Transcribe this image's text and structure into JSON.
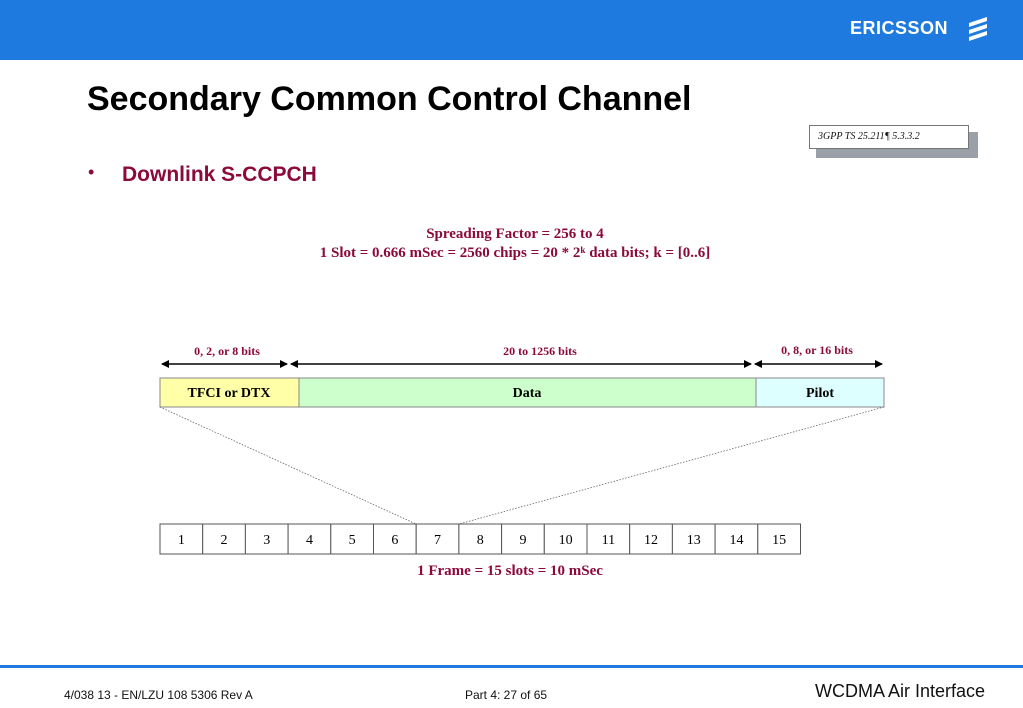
{
  "header": {
    "brand": "ERICSSON",
    "brand_color": "#1f7ae0",
    "logo_icon": "ericsson-wave-icon"
  },
  "slide": {
    "title": "Secondary Common Control Channel",
    "reference": "3GPP TS 25.211¶ 5.3.3.2",
    "bullet": "Downlink S-CCPCH",
    "spreading_line1": "Spreading Factor = 256 to 4",
    "spreading_line2": "1 Slot  =  0.666 mSec  =  2560 chips  = 20 * 2ᵏ data bits; k = [0..6]"
  },
  "slot_structure": {
    "fields": [
      {
        "label": "TFCI or DTX",
        "bits": "0, 2, or 8 bits",
        "color": "#ffffa8"
      },
      {
        "label": "Data",
        "bits": "20 to 1256 bits",
        "color": "#ccffcc"
      },
      {
        "label": "Pilot",
        "bits": "0, 8, or 16 bits",
        "color": "#ddffff"
      }
    ]
  },
  "frame": {
    "slots": [
      "1",
      "2",
      "3",
      "4",
      "5",
      "6",
      "7",
      "8",
      "9",
      "10",
      "11",
      "12",
      "13",
      "14",
      "15"
    ],
    "label": "1 Frame  =  15 slots  =  10 mSec"
  },
  "footer": {
    "doc_id": "4/038 13 - EN/LZU 108 5306 Rev A",
    "page": "Part 4:  27 of 65",
    "course": "WCDMA Air Interface"
  },
  "colors": {
    "accent_text": "#8b0a3b",
    "footer_line": "#1f7ae0"
  }
}
